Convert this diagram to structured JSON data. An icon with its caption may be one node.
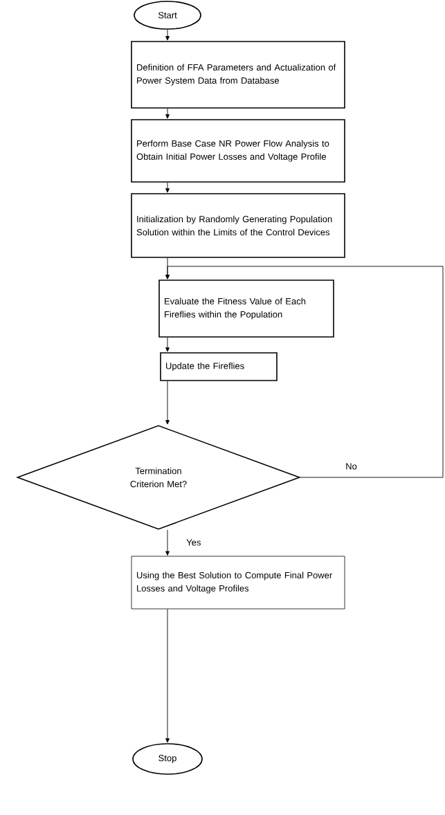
{
  "diagram": {
    "nodes": [
      {
        "text": [
          "Start"
        ]
      },
      {
        "text": [
          "Definition of FFA Parameters and Actualization of Power System Data from Database"
        ]
      },
      {
        "text": [
          "Perform Base Case NR Power Flow Analysis to Obtain Initial Power Losses and Voltage Profile"
        ]
      },
      {
        "text": [
          "Initialization by Randomly Generating Population Solution within the Limits of the Control Devices"
        ]
      },
      {
        "text": [
          "Evaluate the Fitness Value of Each Fireflies within the Population"
        ]
      },
      {
        "text": [
          "Update the Fireflies"
        ]
      },
      {
        "text": [
          "Termination Criterion Met?"
        ]
      },
      {
        "text": [
          "Using the Best Solution to Compute Final Power Losses and Voltage Profiles"
        ]
      },
      {
        "text": [
          "Stop"
        ]
      }
    ],
    "edges": [
      {
        "from": 0,
        "to": 1,
        "arrow": "to"
      },
      {
        "from": 1,
        "to": 2,
        "arrow": "to"
      },
      {
        "from": 2,
        "to": 3,
        "arrow": "to"
      },
      {
        "from": 3,
        "to": 4,
        "arrow": "to"
      },
      {
        "from": 4,
        "to": 5,
        "arrow": "to"
      },
      {
        "from": 5,
        "to": 6,
        "arrow": "to"
      },
      {
        "from": 6,
        "to": 7,
        "label": "Yes",
        "arrow": "to"
      },
      {
        "from": 7,
        "to": 8,
        "arrow": "to"
      },
      {
        "from": 6,
        "to": 4,
        "label": "No",
        "arrow": "to"
      }
    ]
  }
}
